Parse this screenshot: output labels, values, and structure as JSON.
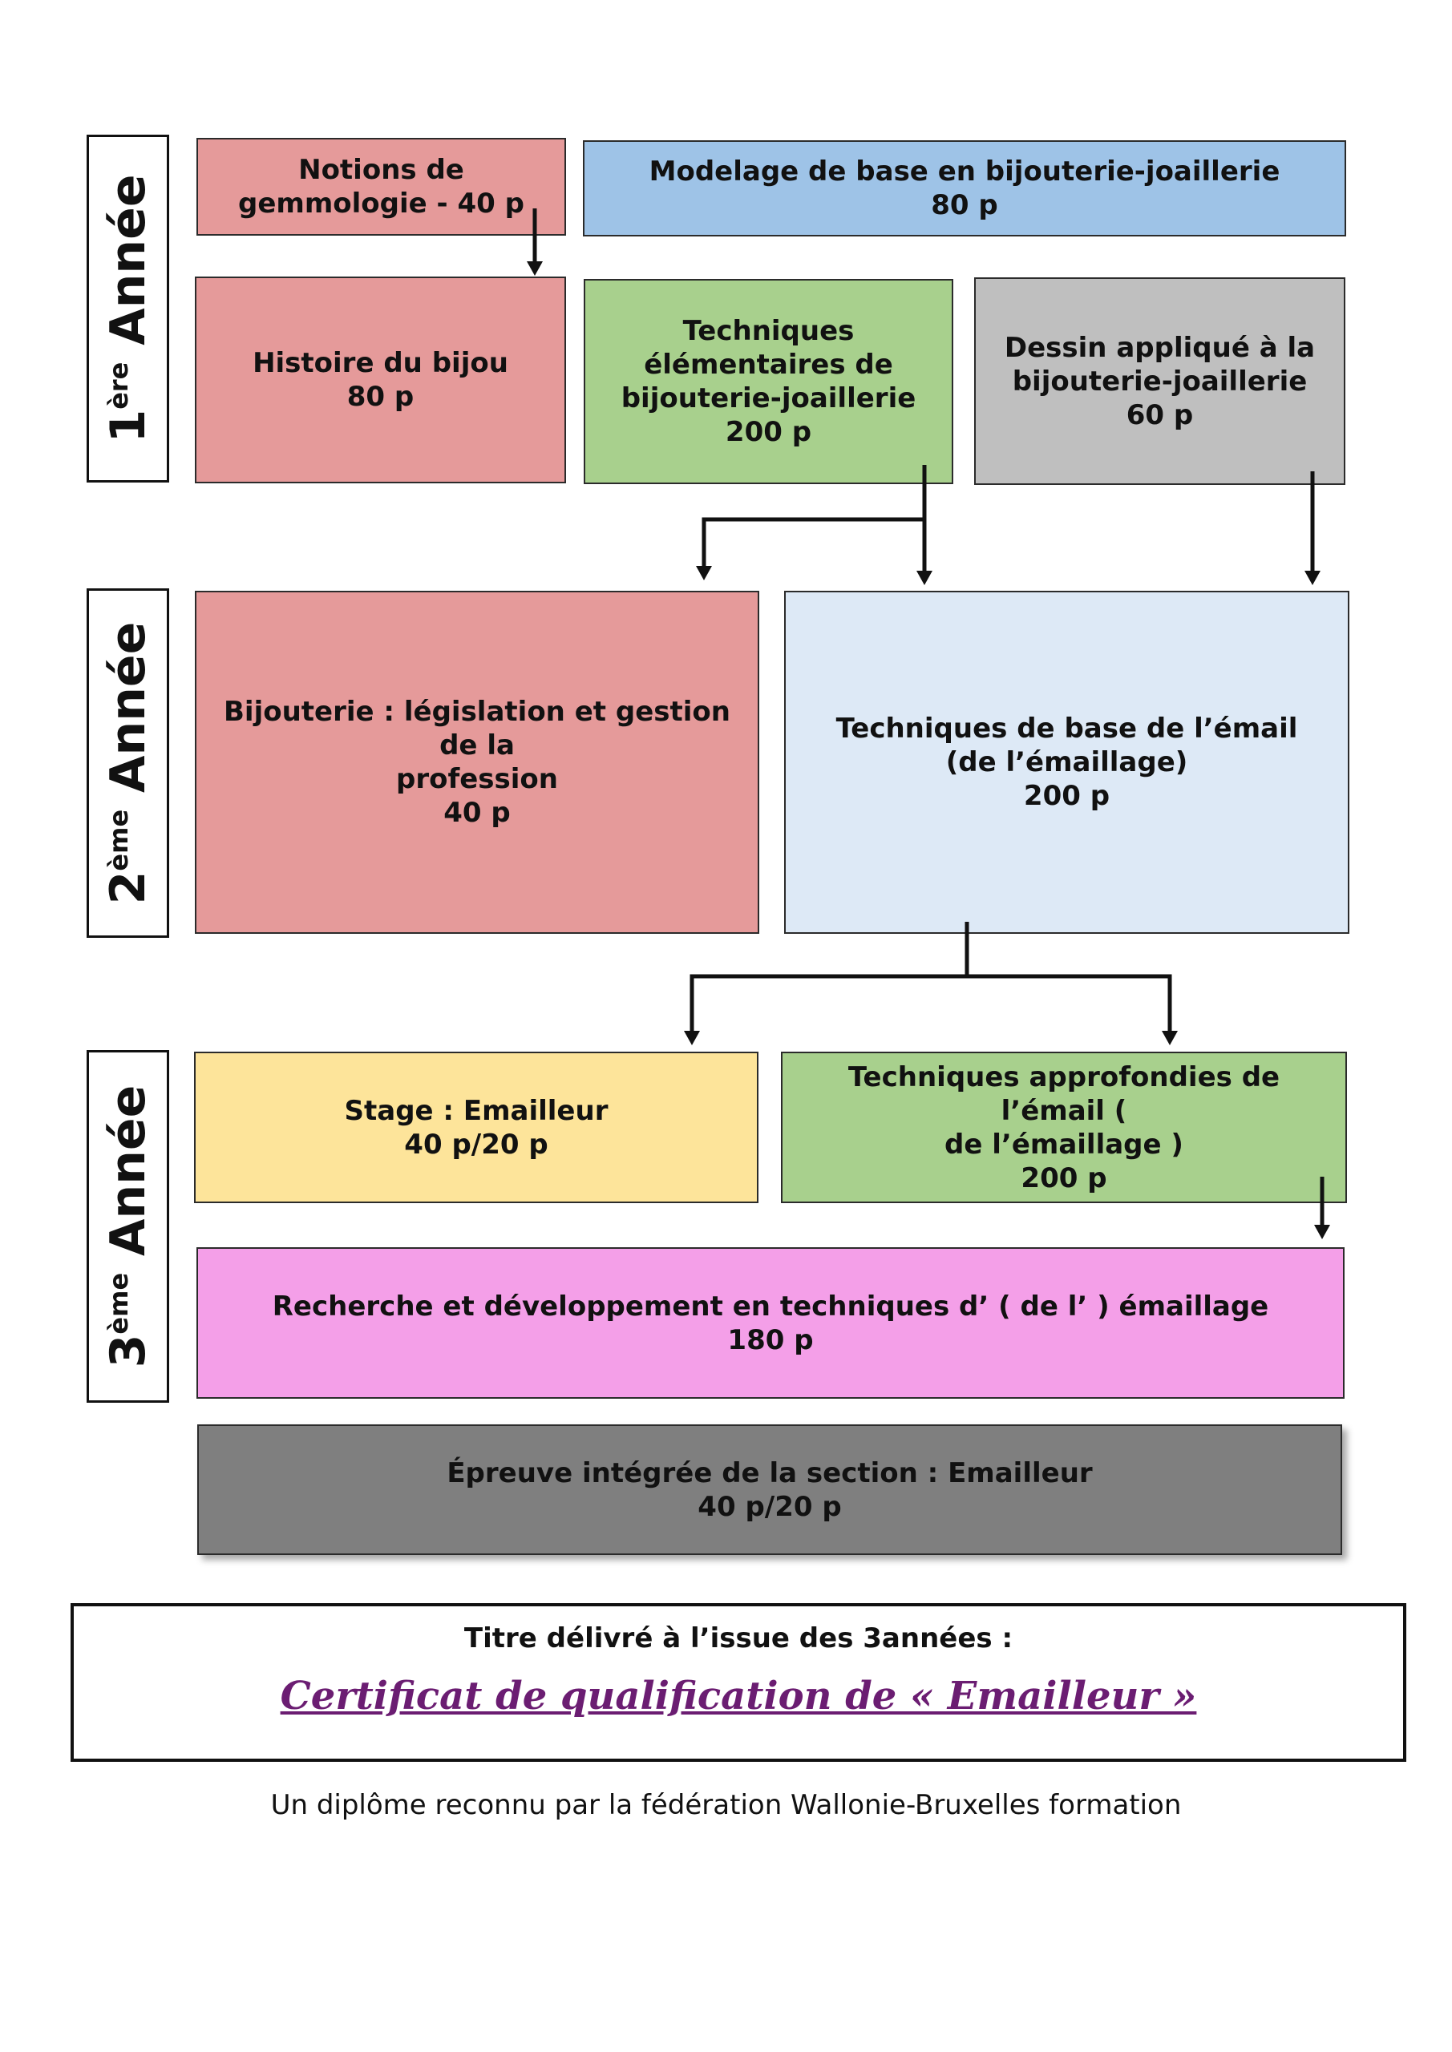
{
  "years": [
    {
      "number": "1",
      "suffix": "ère",
      "label": "Année"
    },
    {
      "number": "2",
      "suffix": "ème",
      "label": "Année"
    },
    {
      "number": "3",
      "suffix": "ème",
      "label": "Année"
    }
  ],
  "modules": {
    "gemmologie": {
      "lines": [
        "Notions de",
        "gemmologie - 40 p"
      ],
      "color": "#e59a9a"
    },
    "modelage": {
      "lines": [
        "Modelage de base en bijouterie-joaillerie",
        "80 p"
      ],
      "color": "#9ec3e7"
    },
    "histoire": {
      "lines": [
        "Histoire du bijou",
        "80 p"
      ],
      "color": "#e59a9a"
    },
    "techniques_elementaires": {
      "lines": [
        "Techniques",
        "élémentaires de",
        "bijouterie-joaillerie",
        "200 p"
      ],
      "color": "#a8d08d"
    },
    "dessin": {
      "lines": [
        "Dessin appliqué à la",
        "bijouterie-joaillerie",
        "60 p"
      ],
      "color": "#bfbfbf"
    },
    "legislation": {
      "lines": [
        "Bijouterie : législation et gestion de la",
        "profession",
        "40 p"
      ],
      "color": "#e59a9a"
    },
    "email_base": {
      "lines": [
        "Techniques de base de l’émail",
        "(de l’émaillage)",
        "200 p"
      ],
      "color": "#dde9f6"
    },
    "stage": {
      "lines": [
        "Stage : Emailleur",
        "40 p/20 p"
      ],
      "color": "#fde49a"
    },
    "email_approfondi": {
      "lines": [
        "Techniques approfondies de l’émail (",
        "de l’émaillage )",
        "200 p"
      ],
      "color": "#a8d08d"
    },
    "recherche": {
      "lines": [
        "Recherche et développement en techniques d’ ( de l’ ) émaillage",
        "180 p"
      ],
      "color": "#f49fe8"
    },
    "epreuve": {
      "lines": [
        "Épreuve intégrée de la section : Emailleur",
        "40 p/20 p"
      ],
      "color": "#7f7f7f"
    }
  },
  "certificate": {
    "intro": "Titre délivré à l’issue des 3années :",
    "title": "Certificat de qualification de « Emailleur »"
  },
  "footer": "Un diplôme reconnu par la fédération Wallonie-Bruxelles formation"
}
